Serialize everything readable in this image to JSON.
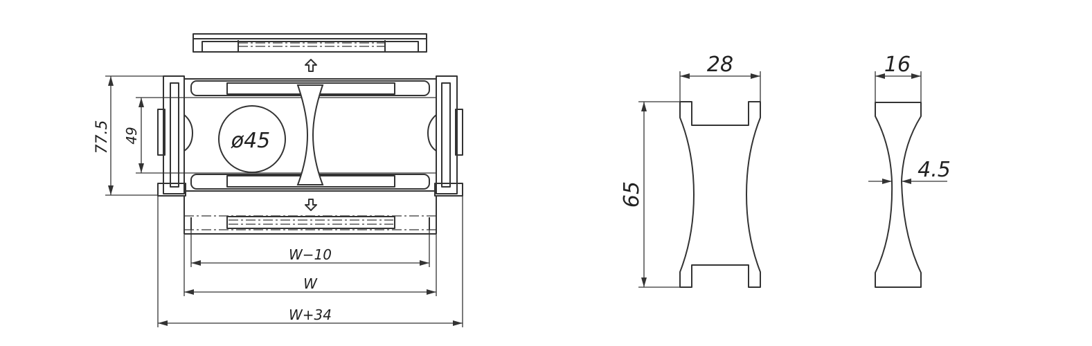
{
  "dimensions": {
    "cross_section_height": "77.5",
    "inner_height": "49",
    "cable_diameter": "ø45",
    "inner_width": "W−10",
    "width": "W",
    "outer_width": "W+34",
    "divider_front_width": "28",
    "divider_height": "65",
    "divider_side_width": "16",
    "divider_waist": "4.5"
  },
  "colors": {
    "line": "#333333",
    "background": "#ffffff"
  },
  "icons": {
    "open_up": "arrow-up-icon",
    "open_down": "arrow-down-icon"
  }
}
